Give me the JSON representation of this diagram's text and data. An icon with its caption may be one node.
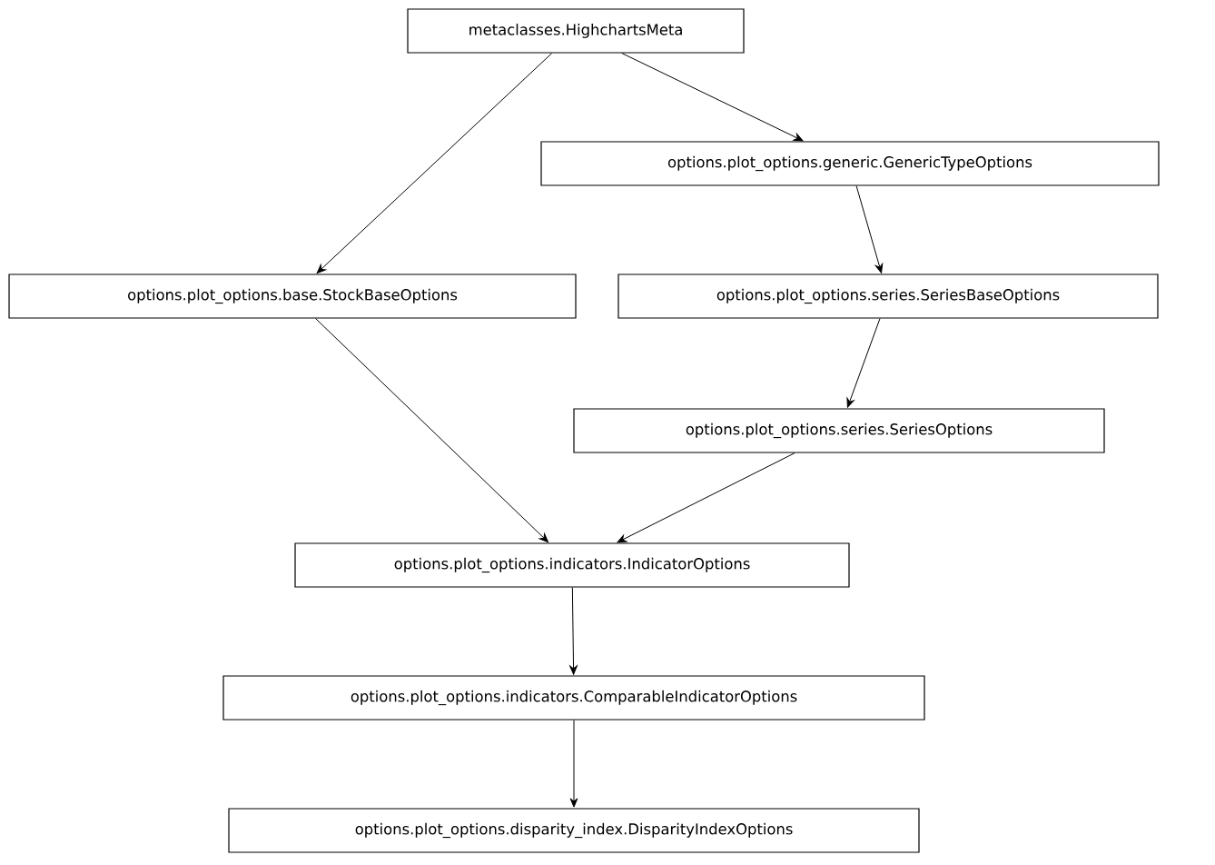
{
  "diagram": {
    "nodes": [
      {
        "text": [
          "metaclasses.HighchartsMeta"
        ]
      },
      {
        "text": [
          "options.plot_options.generic.GenericTypeOptions"
        ]
      },
      {
        "text": [
          "options.plot_options.base.StockBaseOptions"
        ]
      },
      {
        "text": [
          "options.plot_options.series.SeriesBaseOptions"
        ]
      },
      {
        "text": [
          "options.plot_options.series.SeriesOptions"
        ]
      },
      {
        "text": [
          "options.plot_options.indicators.IndicatorOptions"
        ]
      },
      {
        "text": [
          "options.plot_options.indicators.ComparableIndicatorOptions"
        ]
      },
      {
        "text": [
          "options.plot_options.disparity_index.DisparityIndexOptions"
        ]
      }
    ],
    "edges": [
      {
        "from": 0,
        "to": 1,
        "arrow": "to"
      },
      {
        "from": 0,
        "to": 2,
        "arrow": "to"
      },
      {
        "from": 1,
        "to": 3,
        "arrow": "to"
      },
      {
        "from": 3,
        "to": 4,
        "arrow": "to"
      },
      {
        "from": 2,
        "to": 5,
        "arrow": "to"
      },
      {
        "from": 4,
        "to": 5,
        "arrow": "to"
      },
      {
        "from": 5,
        "to": 6,
        "arrow": "to"
      },
      {
        "from": 6,
        "to": 7,
        "arrow": "to"
      }
    ]
  }
}
